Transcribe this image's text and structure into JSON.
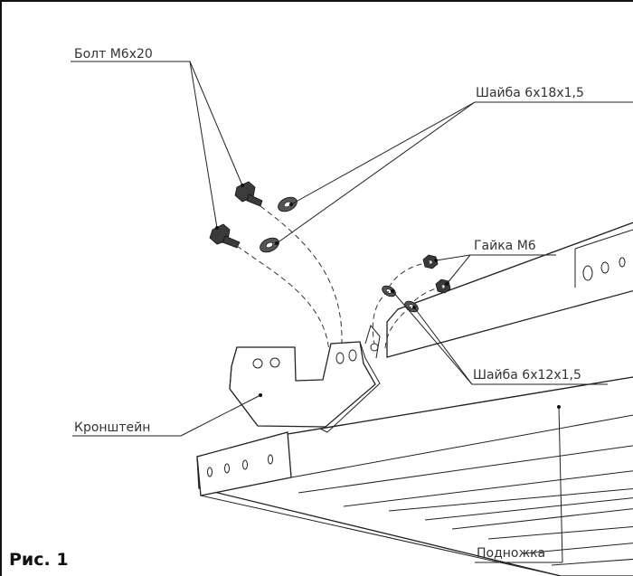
{
  "labels": {
    "bolt": "Болт М6x20",
    "washer_large": "Шайба 6x18x1,5",
    "nut": "Гайка М6",
    "washer_small": "Шайба 6x12x1,5",
    "bracket": "Кронштейн",
    "footrest": "Подножка"
  },
  "figure_caption": "Рис. 1",
  "colors": {
    "line": "#222222",
    "fastener": "#3b3b3b",
    "text": "#333333"
  }
}
